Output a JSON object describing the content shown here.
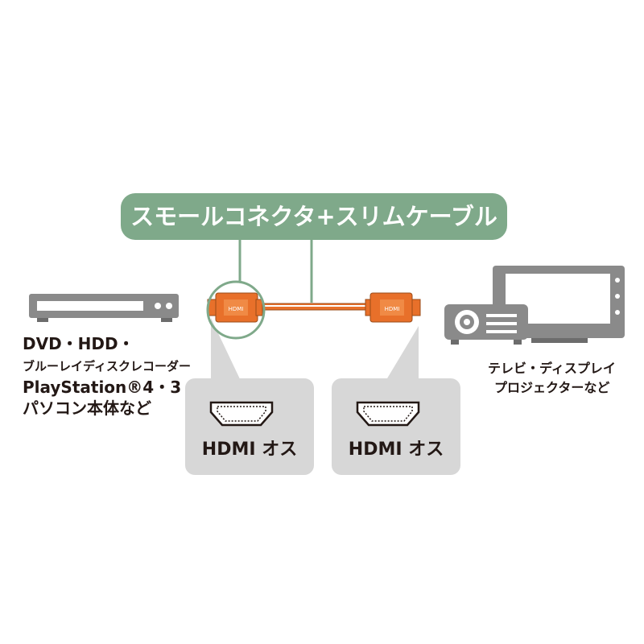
{
  "banner": {
    "text": "スモールコネクタ+スリムケーブル",
    "color": "#7fa98a"
  },
  "left_device": {
    "icon": "dvd-player-icon",
    "lines": [
      "DVD・HDD・",
      "ブルーレイディスクレコーダー",
      "PlayStation®4・3",
      "パソコン本体など"
    ]
  },
  "right_device": {
    "icon": "tv-projector-icon",
    "lines": [
      "テレビ・ディスプレイ",
      "プロジェクターなど"
    ]
  },
  "connector_left": {
    "label": "HDMI オス",
    "icon": "hdmi-port-icon"
  },
  "connector_right": {
    "label": "HDMI オス",
    "icon": "hdmi-port-icon"
  },
  "colors": {
    "plug": "#e8702a",
    "card": "#d7d7d7",
    "device": "#8a8a8a",
    "accent_line": "#7fa98a"
  }
}
